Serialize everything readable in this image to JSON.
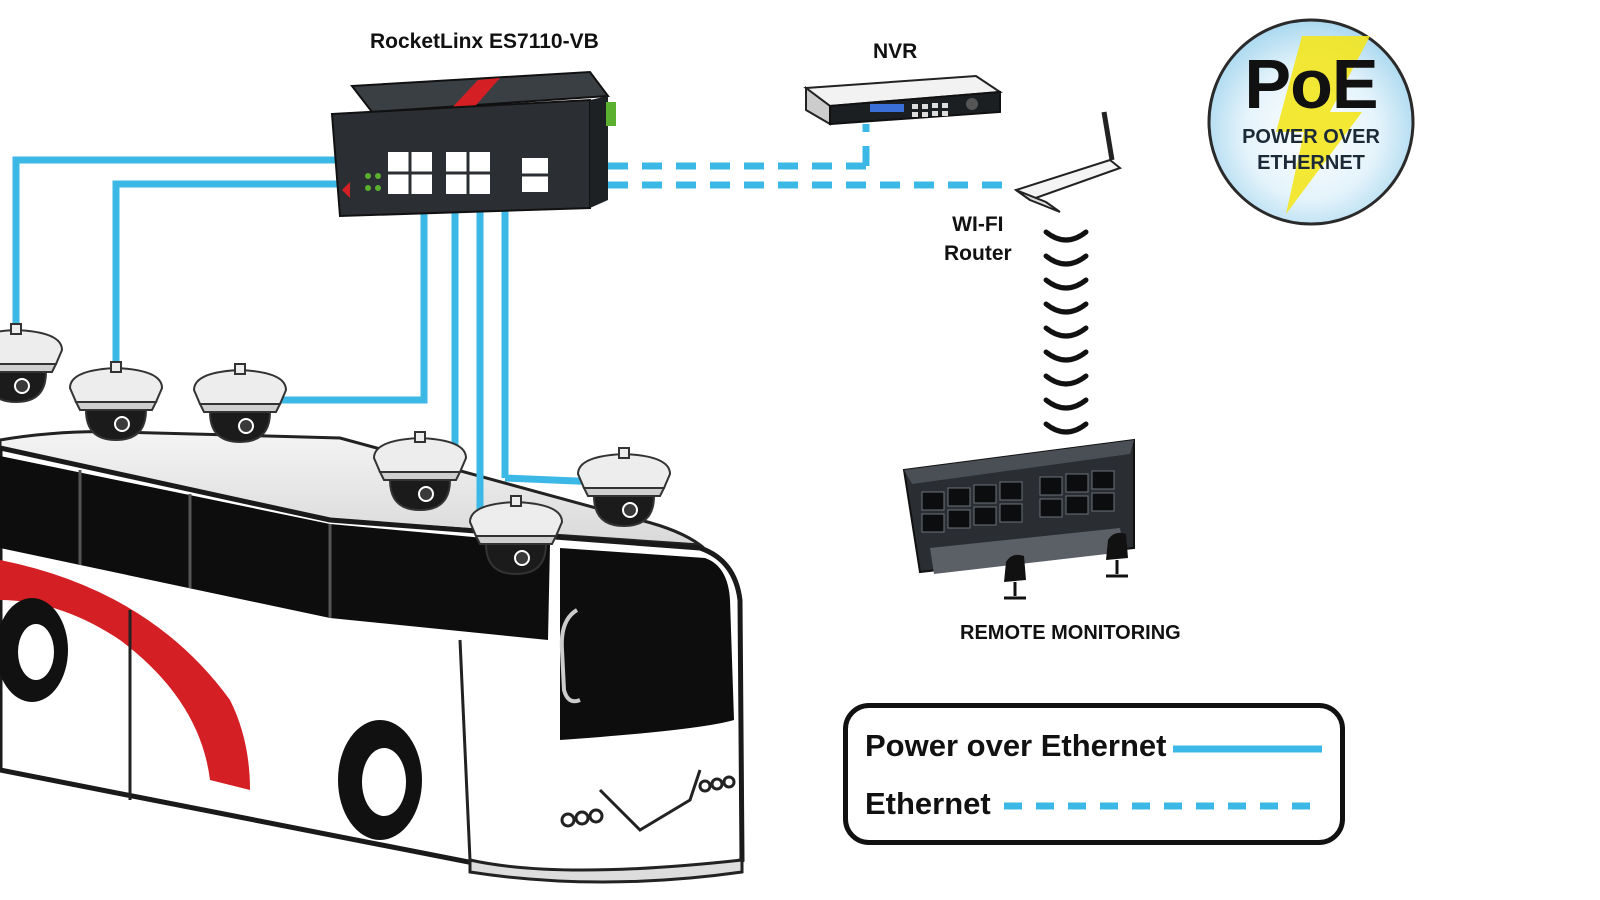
{
  "labels": {
    "switch": "RocketLinx  ES7110-VB",
    "nvr": "NVR",
    "router_line1": "WI-FI",
    "router_line2": "Router",
    "remote": "REMOTE MONITORING"
  },
  "badge": {
    "title": "PoE",
    "line1": "POWER OVER",
    "line2": "ETHERNET"
  },
  "legend": {
    "poe": "Power over Ethernet",
    "ethernet": "Ethernet"
  },
  "icons": {
    "switch": "network-switch-icon",
    "nvr": "nvr-recorder-icon",
    "router": "wifi-router-icon",
    "control_room": "control-room-icon",
    "camera": "dome-camera-icon",
    "bus": "bus-icon",
    "badge": "lightning-bolt-icon"
  },
  "colors": {
    "cable": "#3cb8e6",
    "bus_stripe": "#d41f24",
    "device": "#2b2f33",
    "badge_bolt": "#f3e51e"
  }
}
